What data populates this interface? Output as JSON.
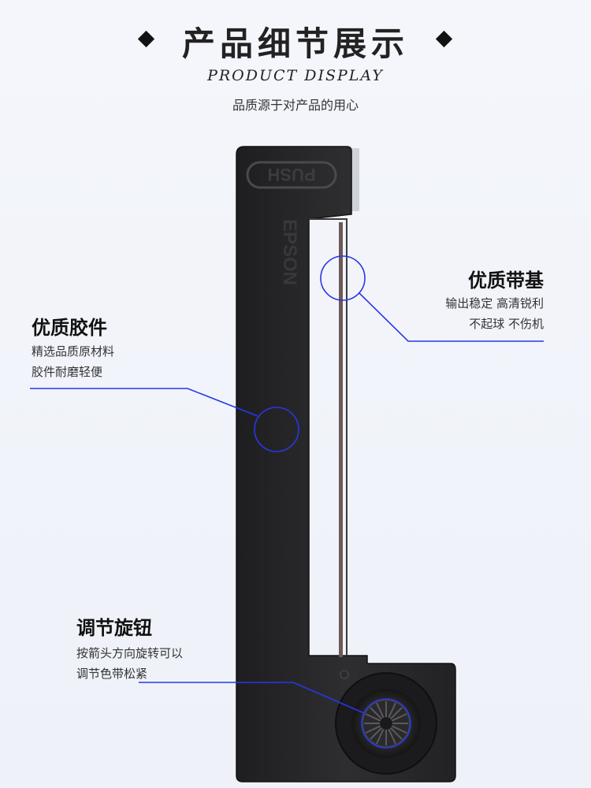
{
  "header": {
    "title": "产品细节展示",
    "subtitle_en": "PRODUCT DISPLAY",
    "subtitle_cn": "品质源于对产品的用心"
  },
  "product": {
    "push_label": "PUSH",
    "brand_label": "EPSON"
  },
  "callouts": {
    "ribbon_base": {
      "title": "优质带基",
      "lines": [
        "输出稳定 高清锐利",
        "不起球 不伤机"
      ]
    },
    "plastic": {
      "title": "优质胶件",
      "lines": [
        "精选品质原材料",
        "胶件耐磨轻便"
      ]
    },
    "knob": {
      "title": "调节旋钮",
      "lines": [
        "按箭头方向旋转可以",
        "调节色带松紧"
      ]
    }
  },
  "colors": {
    "accent": "#2233dd",
    "cartridge": "#2a2a2c"
  }
}
